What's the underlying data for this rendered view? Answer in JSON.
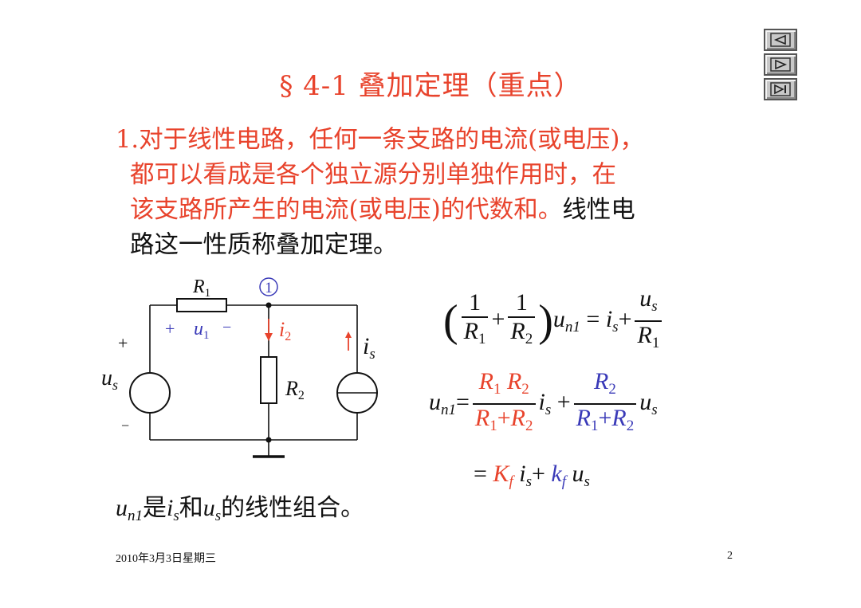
{
  "title": "§ 4-1  叠加定理（重点）",
  "paragraph": {
    "number": "1.",
    "red_text_1": "对于线性电路，任何一条支路的电流(或电压)，",
    "red_text_2": "都可以看成是各个独立源分别单独作用时，在",
    "red_text_3": "该支路所产生的电流(或电压)的代数和。",
    "black_text_3": "线性电",
    "black_text_4": "路这一性质称叠加定理。"
  },
  "circuit": {
    "r1_label": "R",
    "r1_sub": "1",
    "r2_label": "R",
    "r2_sub": "2",
    "node_label": "1",
    "plus_sign": "+",
    "minus_sign": "−",
    "u1_plus": "+",
    "u1_label": "u",
    "u1_sub": "1",
    "u1_minus": "−",
    "i2_label": "i",
    "i2_sub": "2",
    "is_label": "i",
    "is_sub": "s",
    "us_label": "u",
    "us_sub": "s",
    "colors": {
      "black": "#111111",
      "red": "#e8432c",
      "blue": "#3a3ab8"
    }
  },
  "equations": {
    "eq1": {
      "one": "1",
      "r1": "R",
      "r1_sub": "1",
      "plus": "+",
      "r2": "R",
      "r2_sub": "2",
      "u": "u",
      "un_sub": "n1",
      "eq": "=",
      "is": "i",
      "is_sub": "s",
      "plus2": "+",
      "us": "u",
      "us_sub": "s",
      "den": "R",
      "den_sub": "1"
    },
    "eq2": {
      "lhs": "u",
      "lhs_sub": "n1",
      "eq": "=",
      "num1": "R",
      "num1_sub_a": "1",
      "num1_b": "R",
      "num1_sub_b": "2",
      "den1_a": "R",
      "den1_sub_a": "1",
      "den1_plus": "+",
      "den1_b": "R",
      "den1_sub_b": "2",
      "is": "i",
      "is_sub": "s",
      "plus": "+",
      "num2": "R",
      "num2_sub": "2",
      "den2_a": "R",
      "den2_sub_a": "1",
      "den2_plus": "+",
      "den2_b": "R",
      "den2_sub_b": "2",
      "us": "u",
      "us_sub": "s"
    },
    "eq3": {
      "eq": "=",
      "K": "K",
      "K_sub": "f",
      "is": "i",
      "is_sub": "s",
      "plus": "+",
      "k": "k",
      "k_sub": "f",
      "us": "u",
      "us_sub": "s"
    }
  },
  "conclusion": {
    "u": "u",
    "u_sub": "n1",
    "text1": "是",
    "i": "i",
    "i_sub": "s",
    "text2": "和",
    "u2": "u",
    "u2_sub": "s",
    "text3": "的线性组合。"
  },
  "nav": {
    "prev_icon": "triangle-left-icon",
    "next_icon": "triangle-right-icon",
    "last_icon": "skip-to-end-icon"
  },
  "footer": {
    "date": "2010年3月3日星期三",
    "page": "2"
  }
}
